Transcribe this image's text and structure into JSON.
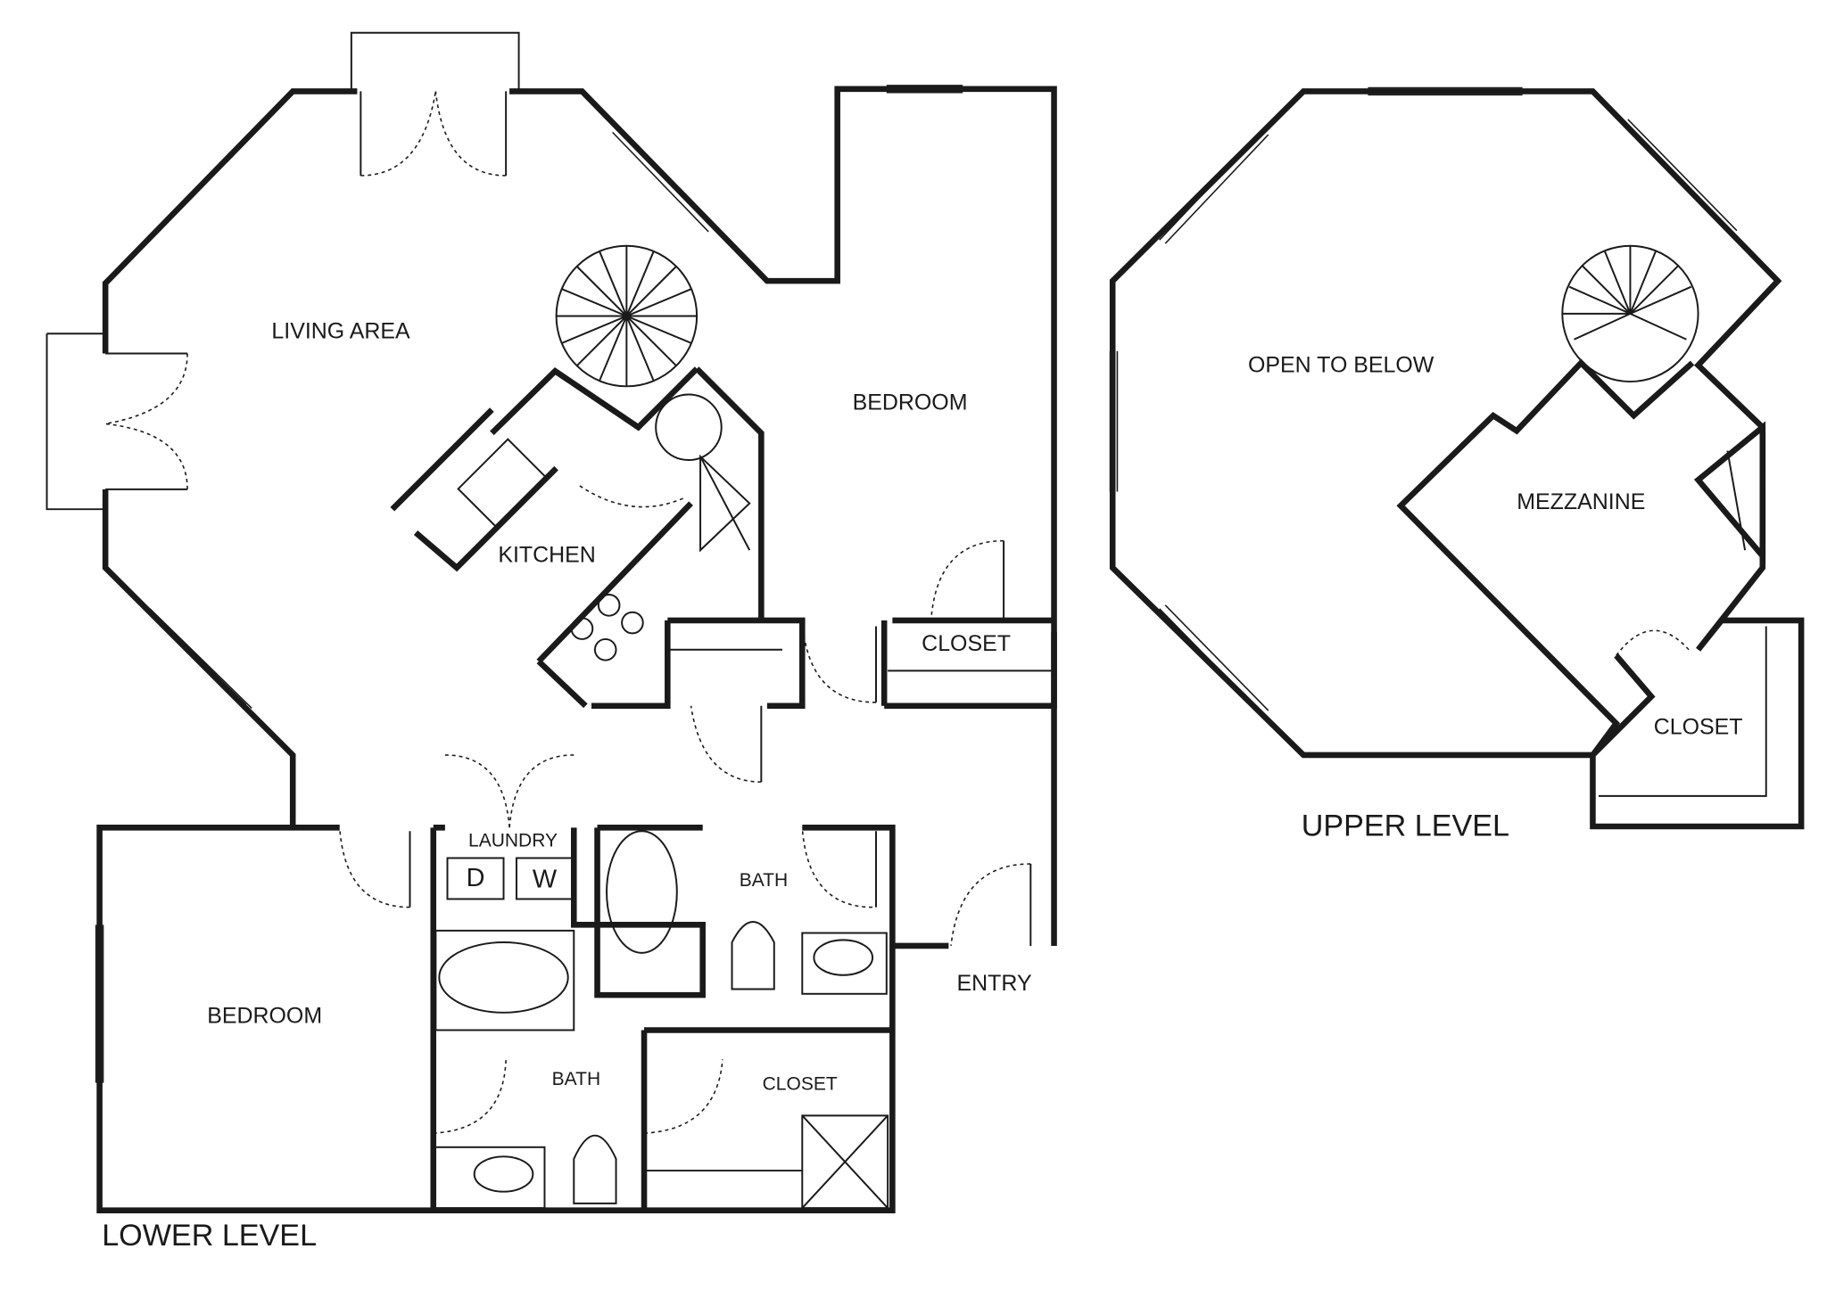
{
  "lower_level": {
    "title": "LOWER LEVEL",
    "rooms": {
      "living_area": "LIVING AREA",
      "kitchen": "KITCHEN",
      "bedroom_1": "BEDROOM",
      "closet_1": "CLOSET",
      "laundry": "LAUNDRY",
      "dryer": "D",
      "washer": "W",
      "bath_1": "BATH",
      "bedroom_2": "BEDROOM",
      "bath_2": "BATH",
      "closet_2": "CLOSET",
      "entry": "ENTRY"
    }
  },
  "upper_level": {
    "title": "UPPER LEVEL",
    "rooms": {
      "open_to_below": "OPEN TO BELOW",
      "mezzanine": "MEZZANINE",
      "closet": "CLOSET"
    }
  },
  "colors": {
    "line": "#1a1a1a",
    "background": "#ffffff"
  }
}
